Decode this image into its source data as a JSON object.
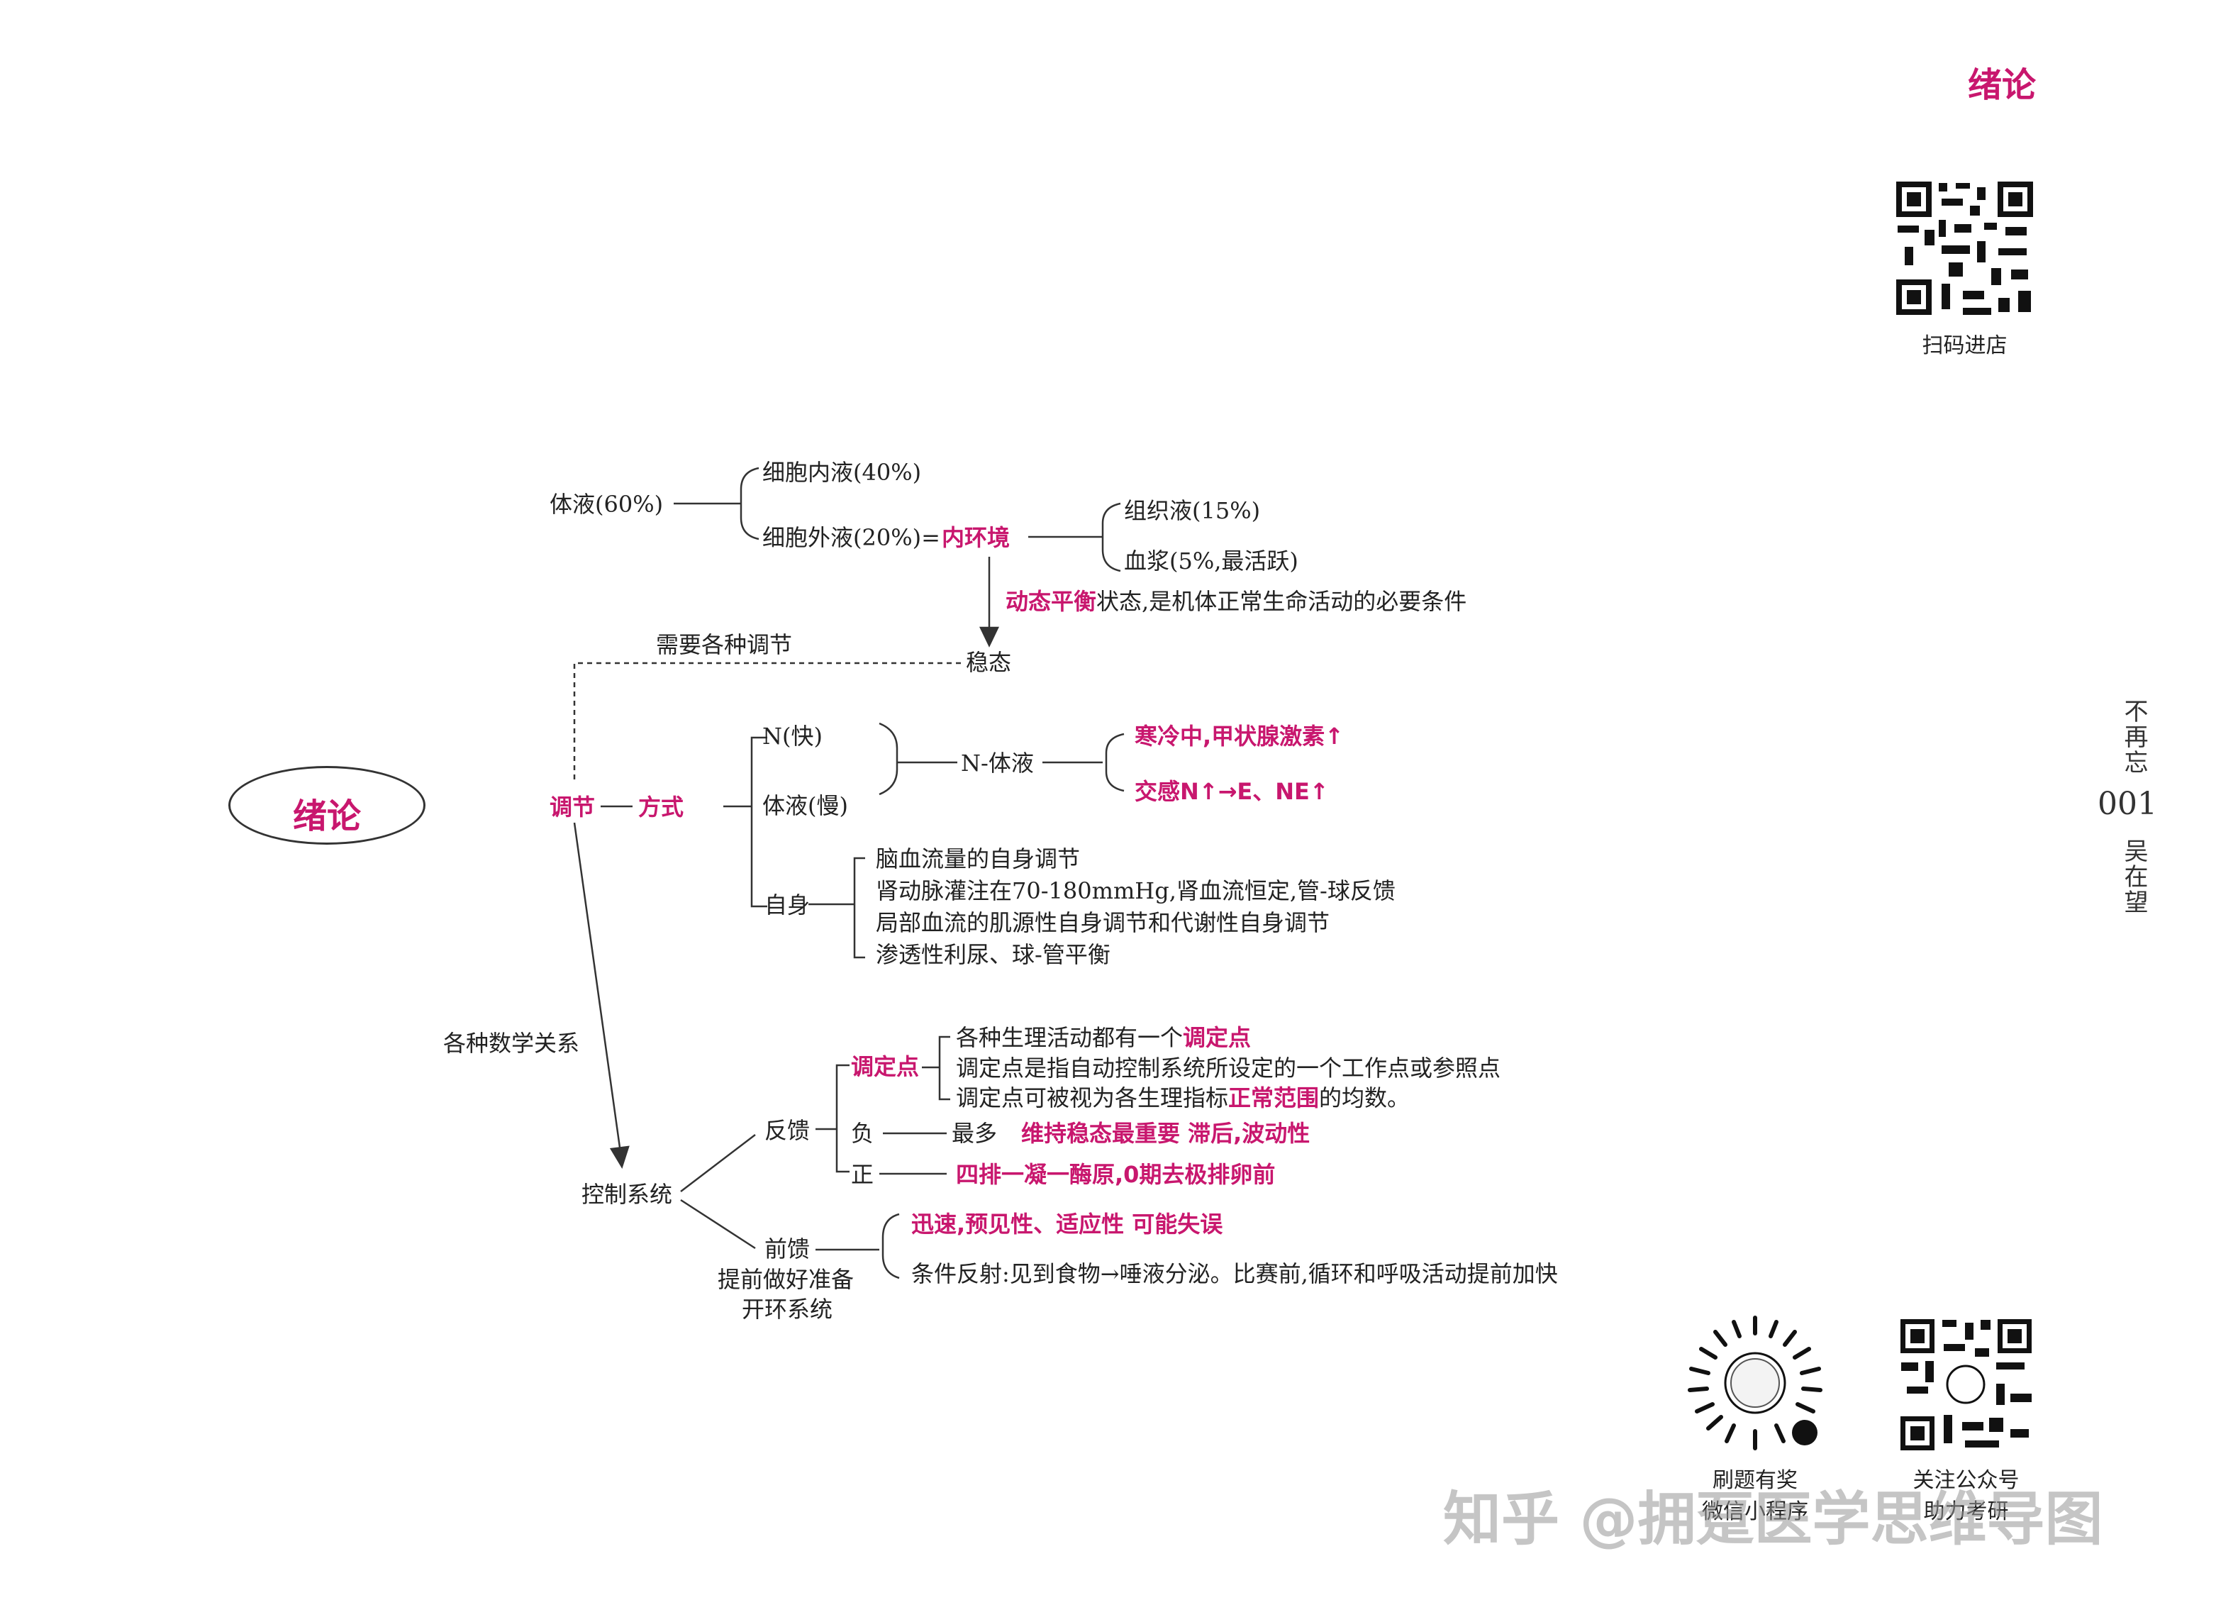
{
  "header": {
    "title": "绪论"
  },
  "side": {
    "vert_top": "不再忘",
    "page_number": "001",
    "vert_bottom": "吴在望"
  },
  "qr_codes": [
    {
      "caption": "扫码进店"
    },
    {
      "caption_line1": "刷题有奖",
      "caption_line2": "微信小程序"
    },
    {
      "caption_line1": "关注公众号",
      "caption_line2": "助力考研"
    }
  ],
  "watermark": "知乎 @拥趸医学思维导图",
  "map": {
    "root": "绪论",
    "body_fluid": "体液(60%)",
    "intracellular": "细胞内液(40%)",
    "extracellular": "细胞外液(20%)=",
    "internal_env": "内环境",
    "tissue_fluid": "组织液(15%)",
    "plasma": "血浆(5%,最活跃)",
    "dynamic_balance": "动态平衡",
    "state_text": "状态,是机体正常生命活动的必要条件",
    "need_regulation": "需要各种调节",
    "homeostasis": "稳态",
    "regulation": "调节",
    "method": "方式",
    "neural": "N(快)",
    "humoral": "体液(慢)",
    "self": "自身",
    "n_humoral": "N-体液",
    "cold": "寒冷中,甲状腺激素↑",
    "sympathetic": "交感N↑→E、NE↑",
    "self_items": [
      "脑血流量的自身调节",
      "肾动脉灌注在70-180mmHg,肾血流恒定,管-球反馈",
      "局部血流的肌源性自身调节和代谢性自身调节",
      "渗透性利尿、球-管平衡"
    ],
    "math_relations": "各种数学关系",
    "control_system": "控制系统",
    "feedback": "反馈",
    "setpoint": "调定点",
    "setpoint_1a": "各种生理活动都有一个",
    "setpoint_1b": "调定点",
    "setpoint_2": "调定点是指自动控制系统所设定的一个工作点或参照点",
    "setpoint_3a": "调定点可被视为各生理指标",
    "setpoint_3b": "正常范围",
    "setpoint_3c": "的均数。",
    "negative": "负",
    "most": "最多",
    "negative_desc": "维持稳态最重要   滞后,波动性",
    "positive": "正",
    "positive_desc": "四排一凝一酶原,0期去极排卵前",
    "feedforward": "前馈",
    "feedforward_note1": "提前做好准备",
    "feedforward_note2": "开环系统",
    "ff_desc": "迅速,预见性、适应性   可能失误",
    "ff_example": "条件反射:见到食物→唾液分泌。比赛前,循环和呼吸活动提前加快"
  }
}
